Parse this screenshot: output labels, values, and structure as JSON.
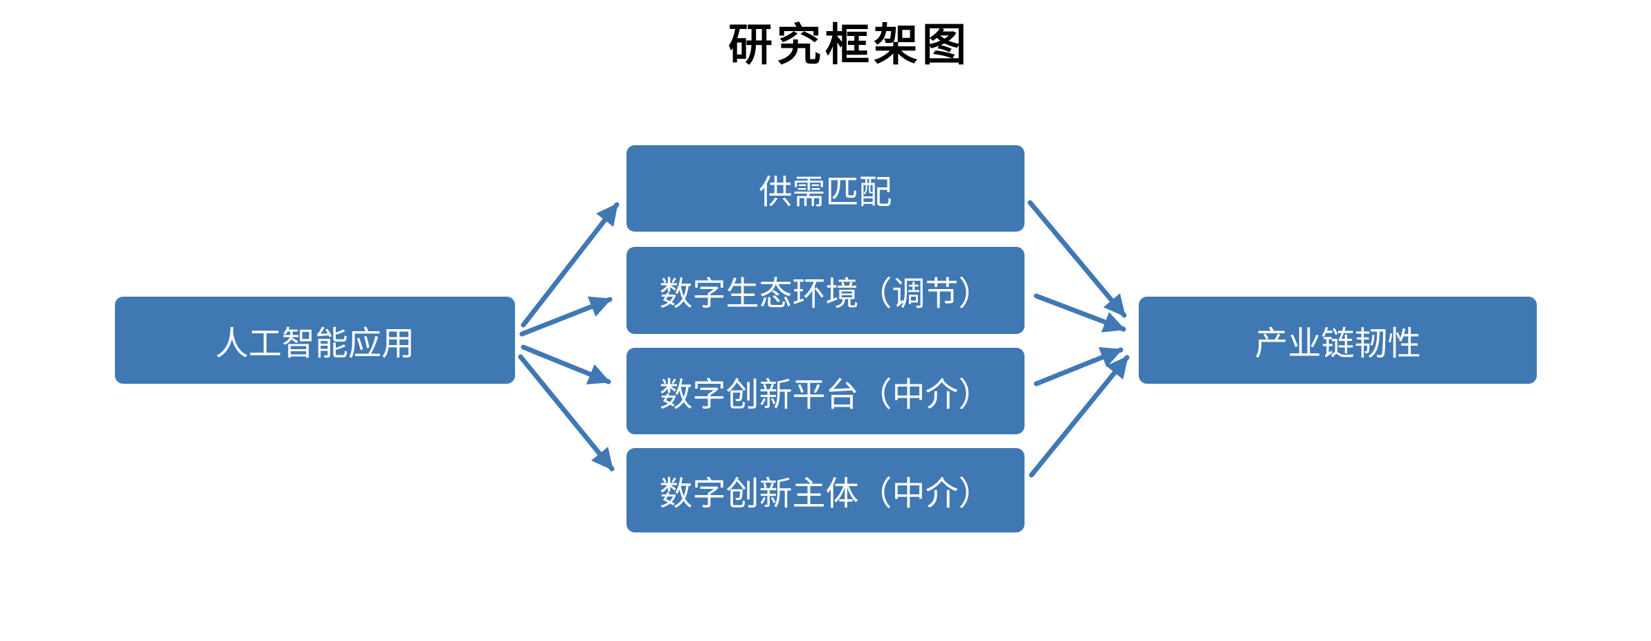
{
  "title": "研究框架图",
  "colors": {
    "box_fill": "#4078B4",
    "box_text": "#FFFFFF",
    "arrow": "#4078B4",
    "title_text": "#000000",
    "background": "#FFFFFF"
  },
  "nodes": {
    "source": {
      "label": "人工智能应用"
    },
    "middle": [
      {
        "label": "供需匹配"
      },
      {
        "label": "数字生态环境（调节）"
      },
      {
        "label": "数字创新平台（中介）"
      },
      {
        "label": "数字创新主体（中介）"
      }
    ],
    "target": {
      "label": "产业链韧性"
    }
  },
  "edges": [
    {
      "from": "人工智能应用",
      "to": "供需匹配"
    },
    {
      "from": "人工智能应用",
      "to": "数字生态环境（调节）"
    },
    {
      "from": "人工智能应用",
      "to": "数字创新平台（中介）"
    },
    {
      "from": "人工智能应用",
      "to": "数字创新主体（中介）"
    },
    {
      "from": "供需匹配",
      "to": "产业链韧性"
    },
    {
      "from": "数字生态环境（调节）",
      "to": "产业链韧性"
    },
    {
      "from": "数字创新平台（中介）",
      "to": "产业链韧性"
    },
    {
      "from": "数字创新主体（中介）",
      "to": "产业链韧性"
    }
  ]
}
